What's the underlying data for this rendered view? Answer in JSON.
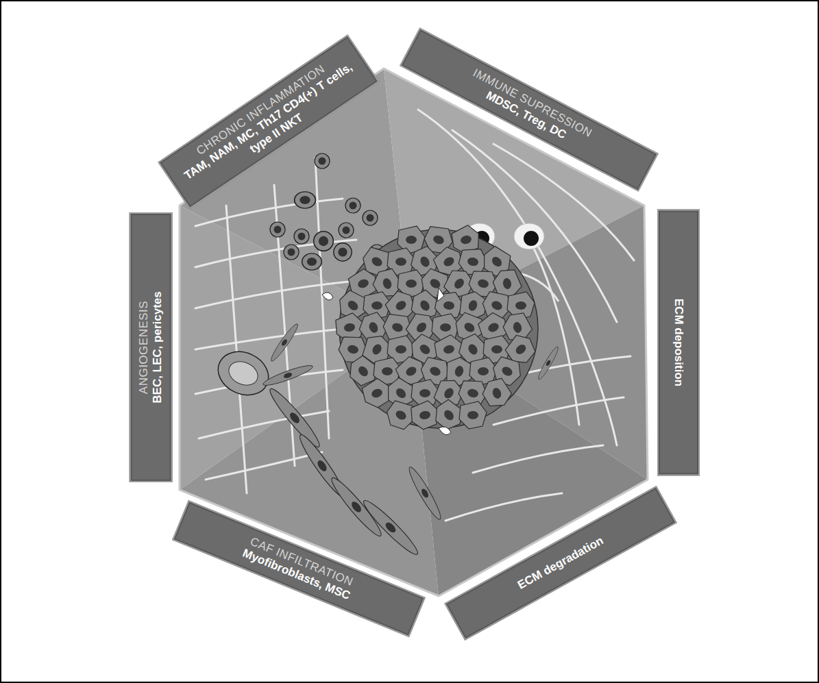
{
  "diagram": {
    "nodes": [
      {
        "text": [
          "CHRONIC INFLAMMATION",
          "TAM, NAM, MC, Th17 CD4(+) T cells, type II NKT"
        ]
      },
      {
        "text": [
          "IMMUNE SUPRESSION",
          "MDSC, Treg, DC"
        ]
      },
      {
        "text": [
          "ECM deposition"
        ]
      },
      {
        "text": [
          "ECM degradation"
        ]
      },
      {
        "text": [
          "CAF INFILTRATION",
          "Myofibroblasts, MSC"
        ]
      },
      {
        "text": [
          "ANGIOGENESIS",
          "BEC, LEC, pericytes"
        ]
      }
    ]
  }
}
